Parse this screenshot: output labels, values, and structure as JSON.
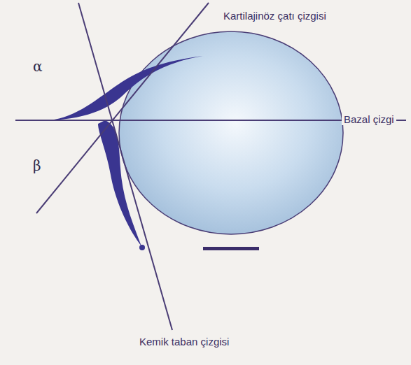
{
  "diagram": {
    "labels": [
      "Kartilajinöz çatı çizgisi",
      "Bazal çizgi",
      "α",
      "β",
      "Kemik taban çizgisi"
    ]
  }
}
